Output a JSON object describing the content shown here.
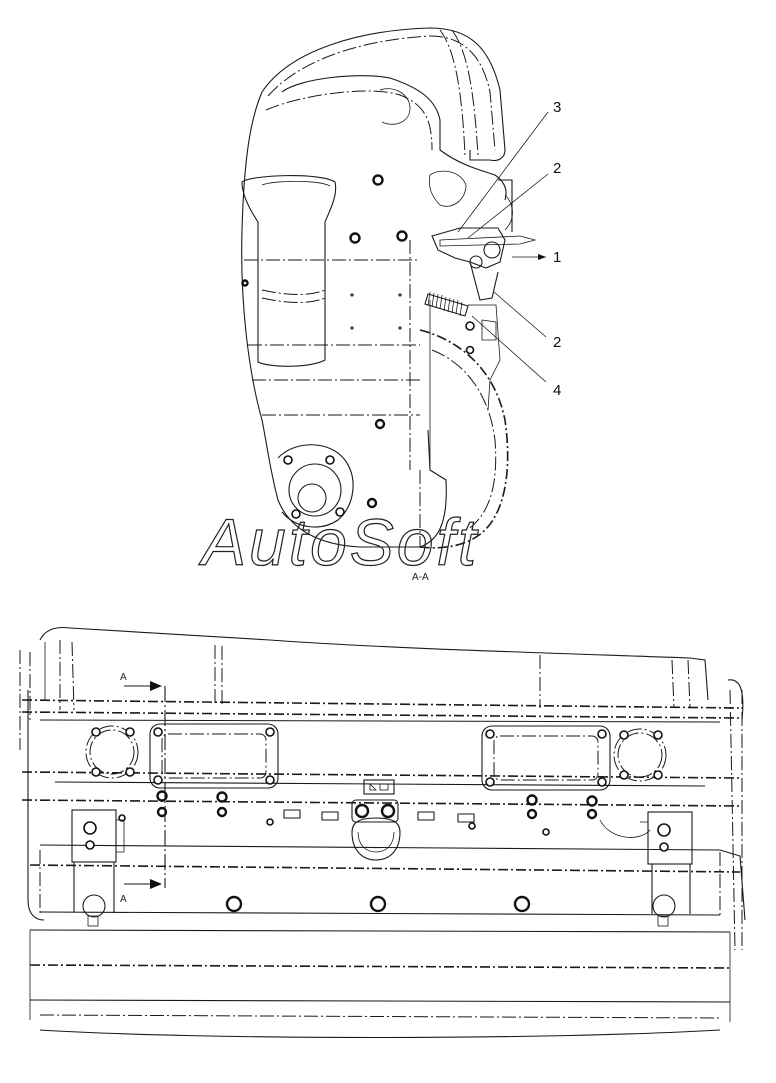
{
  "callouts": {
    "c3": "3",
    "c2a": "2",
    "c1": "1",
    "c2b": "2",
    "c4": "4"
  },
  "section": {
    "label": "A-A",
    "marker_top": "A",
    "marker_bottom": "A"
  },
  "watermark": {
    "text": "AutoSoft"
  }
}
